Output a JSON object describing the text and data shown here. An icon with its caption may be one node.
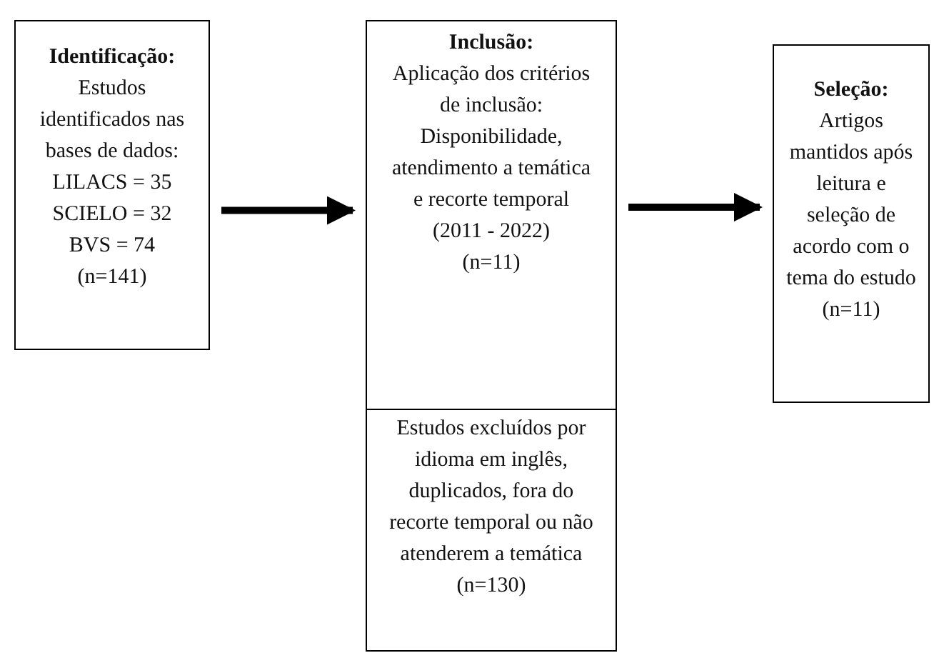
{
  "diagram": {
    "nodes": [
      {
        "text": [
          "Identificação:",
          "Estudos identificados nas bases de dados:",
          "LILACS = 35",
          "SCIELO = 32",
          "BVS = 74",
          "(n=141)"
        ]
      },
      {
        "text": [
          "Inclusão:",
          "Aplicação dos critérios de inclusão: Disponibilidade, atendimento a temática e recorte temporal",
          "(2011 - 2022)",
          "(n=11)"
        ]
      },
      {
        "text": [
          "Estudos excluídos por idioma em inglês, duplicados, fora do recorte temporal ou não atenderem a temática (n=130)"
        ]
      },
      {
        "text": [
          "Seleção:",
          "Artigos mantidos após leitura e seleção de acordo com o tema do estudo",
          "(n=11)"
        ]
      }
    ],
    "edges": [
      {
        "from": 0,
        "to": 1,
        "arrow": "to"
      },
      {
        "from": 1,
        "to": 3,
        "arrow": "to"
      }
    ]
  }
}
